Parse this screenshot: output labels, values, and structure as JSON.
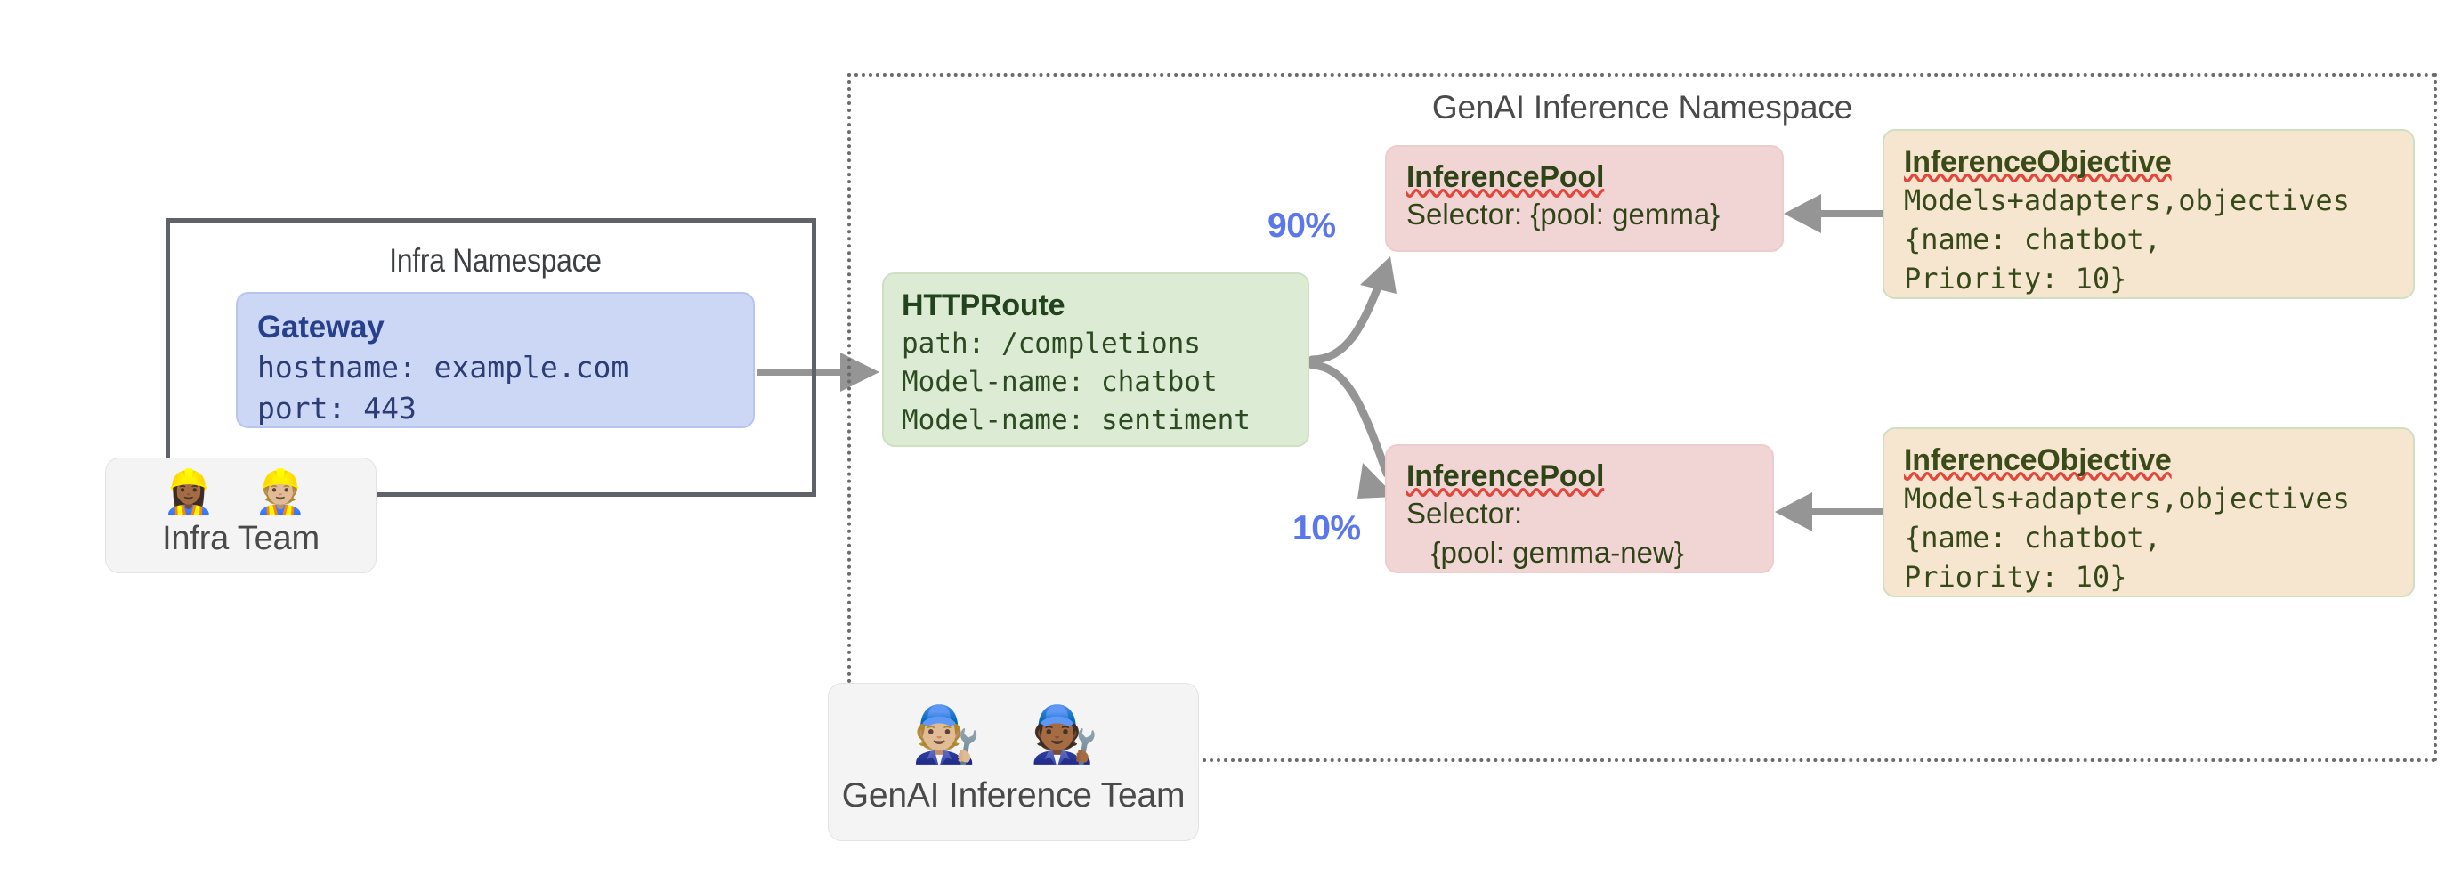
{
  "namespaces": {
    "infra": {
      "title": "Infra Namespace"
    },
    "genai": {
      "title": "GenAI Inference Namespace"
    }
  },
  "nodes": {
    "gateway": {
      "title": "Gateway",
      "line1": "hostname: example.com",
      "line2": "port: 443",
      "color": "#ccd6f5"
    },
    "httproute": {
      "title": "HTTPRoute",
      "line1": "path: /completions",
      "line2": "Model-name: chatbot",
      "line3": "Model-name: sentiment",
      "color": "#dcebd3"
    },
    "inference_pool_a": {
      "title": "InferencePool",
      "line1": "Selector: {pool: gemma}",
      "color": "#f1d4d4"
    },
    "inference_pool_b": {
      "title": "InferencePool",
      "line1": "Selector:",
      "line2": "   {pool: gemma-new}",
      "color": "#f1d4d4"
    },
    "inference_objective_a": {
      "title": "InferenceObjective",
      "line1": "Models+adapters,objectives",
      "line2": "{name: chatbot,",
      "line3": "Priority: 10}",
      "color": "#f7e6cf"
    },
    "inference_objective_b": {
      "title": "InferenceObjective",
      "line1": "Models+adapters,objectives",
      "line2": "{name: chatbot,",
      "line3": "Priority: 10}",
      "color": "#f7e6cf"
    }
  },
  "teams": {
    "infra": {
      "label": "Infra Team",
      "faces": "👷🏾‍♀️ 👷🏼",
      "icon": "construction-worker-icon"
    },
    "genai": {
      "label": "GenAI Inference Team",
      "faces": "🧑🏼‍🔧 🧑🏾‍🔧",
      "icon": "mechanic-icon"
    }
  },
  "edges": {
    "gateway_to_httproute": {
      "label": "",
      "arrow": "right"
    },
    "httproute_to_pool_a": {
      "label": "90%",
      "arrow": "up-right",
      "color": "#5c77ea"
    },
    "httproute_to_pool_b": {
      "label": "10%",
      "arrow": "down-right",
      "color": "#5c77ea"
    },
    "objective_a_to_pool_a": {
      "label": "",
      "arrow": "left"
    },
    "objective_b_to_pool_b": {
      "label": "",
      "arrow": "left"
    }
  },
  "colors": {
    "connector": "#959595",
    "namespace_border": "#5f6368",
    "weight_text": "#5c77ea"
  }
}
